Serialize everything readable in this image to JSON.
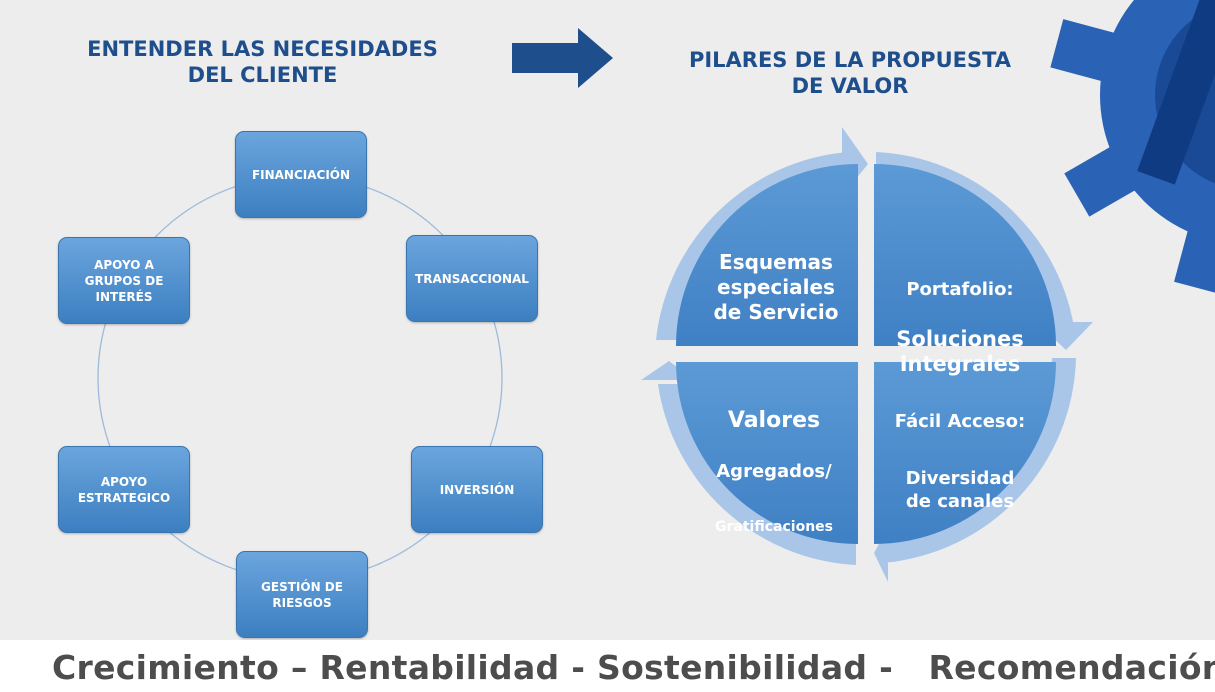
{
  "left_heading": "ENTENDER LAS NECESIDADES\nDEL CLIENTE",
  "right_heading": "PILARES DE LA PROPUESTA\nDE VALOR",
  "cycle_items": [
    "FINANCIACIÓN",
    "TRANSACCIONAL",
    "INVERSIÓN",
    "GESTIÓN DE\nRIESGOS",
    "APOYO\nESTRATEGICO",
    "APOYO A\nGRUPOS DE\nINTERÉS"
  ],
  "quadrants": {
    "top_left": "Esquemas\nespeciales\nde Servicio",
    "top_right_title": "Portafolio:",
    "top_right_body": "Soluciones\nIntegrales",
    "bottom_left_title": "Valores",
    "bottom_left_sub": "Agregados/",
    "bottom_left_small": "Gratificaciones",
    "bottom_right_title": "Fácil Acceso:",
    "bottom_right_body": "Diversidad\nde canales"
  },
  "footer": "Crecimiento – Rentabilidad - Sostenibilidad -   Recomendación",
  "colors": {
    "heading": "#1f4e8c",
    "box": "#4a8ccc",
    "quadrant": "#4d8fd0",
    "arrow": "#1f4e8c",
    "footer": "#4d4d4d",
    "gear": "#1d56a8"
  }
}
